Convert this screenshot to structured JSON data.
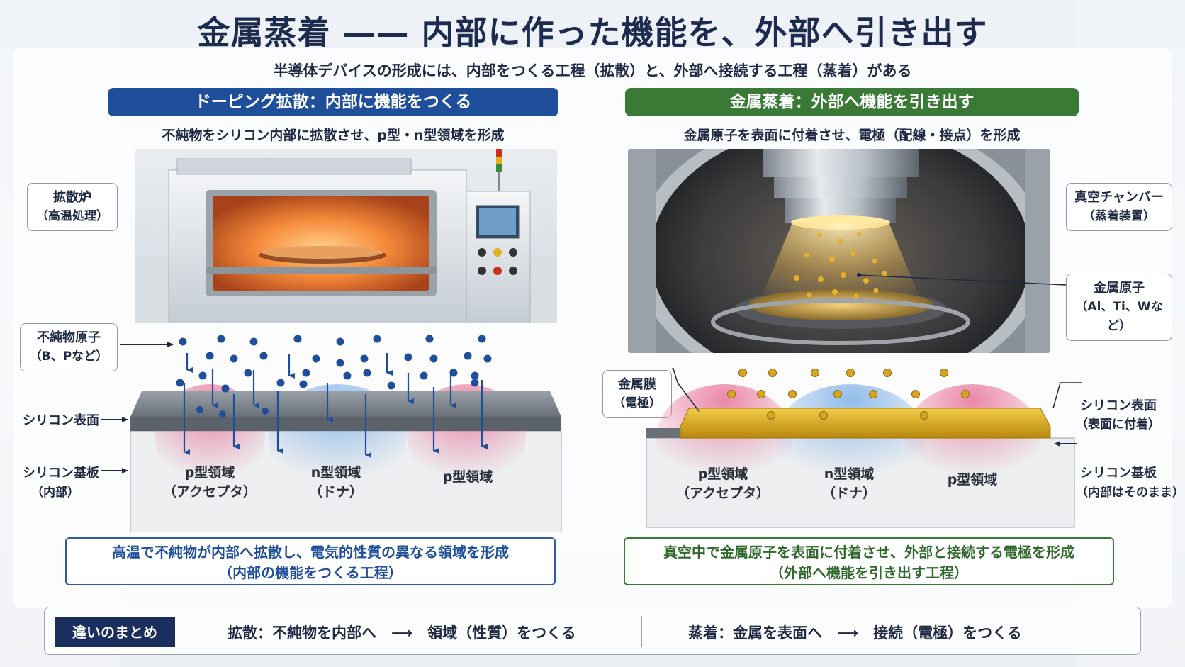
{
  "title": "金属蒸着 —— 内部に作った機能を、外部へ引き出す",
  "subtitle": "半導体デバイスの形成には、内部をつくる工程（拡散）と、外部へ接続する工程（蒸着）がある",
  "diffusion": {
    "header": "ドーピング拡散：内部に機能をつくる",
    "description": "不純物をシリコン内部に拡散させ、p型・n型領域を形成",
    "furnace_callout": {
      "line1": "拡散炉",
      "line2": "（高温処理）"
    },
    "impurity_callout": {
      "line1": "不純物原子",
      "line2": "（B、Pなど）"
    },
    "surface_label": "シリコン表面",
    "substrate_label": "シリコン基板",
    "substrate_sub": "（内部）",
    "regions": [
      {
        "name": "p型領域",
        "sub": "（アクセプタ）"
      },
      {
        "name": "n型領域",
        "sub": "（ドナ）"
      },
      {
        "name": "p型領域",
        "sub": ""
      }
    ],
    "conclusion_line1": "高温で不純物が内部へ拡散し、電気的性質の異なる領域を形成",
    "conclusion_line2": "（内部の機能をつくる工程）"
  },
  "evaporation": {
    "header": "金属蒸着：外部へ機能を引き出す",
    "description": "金属原子を表面に付着させ、電極（配線・接点）を形成",
    "chamber_callout": {
      "line1": "真空チャンバー",
      "line2": "（蒸着装置）"
    },
    "metal_atom_callout": {
      "line1": "金属原子",
      "line2": "（Al、Ti、Wなど）"
    },
    "metal_film_callout": {
      "line1": "金属膜",
      "line2": "（電極）"
    },
    "surface_label": "シリコン表面",
    "surface_sub": "（表面に付着）",
    "substrate_label": "シリコン基板",
    "substrate_sub": "（内部はそのまま）",
    "regions": [
      {
        "name": "p型領域",
        "sub": "（アクセプタ）"
      },
      {
        "name": "n型領域",
        "sub": "（ドナ）"
      },
      {
        "name": "p型領域",
        "sub": ""
      }
    ],
    "conclusion_line1": "真空中で金属原子を表面に付着させ、外部と接続する電極を形成",
    "conclusion_line2": "（外部へ機能を引き出す工程）"
  },
  "summary": {
    "label": "違いのまとめ",
    "diffusion": "拡散：不純物を内部へ　⟶　領域（性質）をつくる",
    "evaporation": "蒸着：金属を表面へ　⟶　接続（電極）をつくる"
  },
  "colors": {
    "diffusion_accent": "#1f4e9a",
    "evaporation_accent": "#3a7a36",
    "p_region": "#e8739a",
    "n_region": "#7fb0e6",
    "gold": "#d9a520",
    "dark_blue": "#1a2f5e"
  }
}
